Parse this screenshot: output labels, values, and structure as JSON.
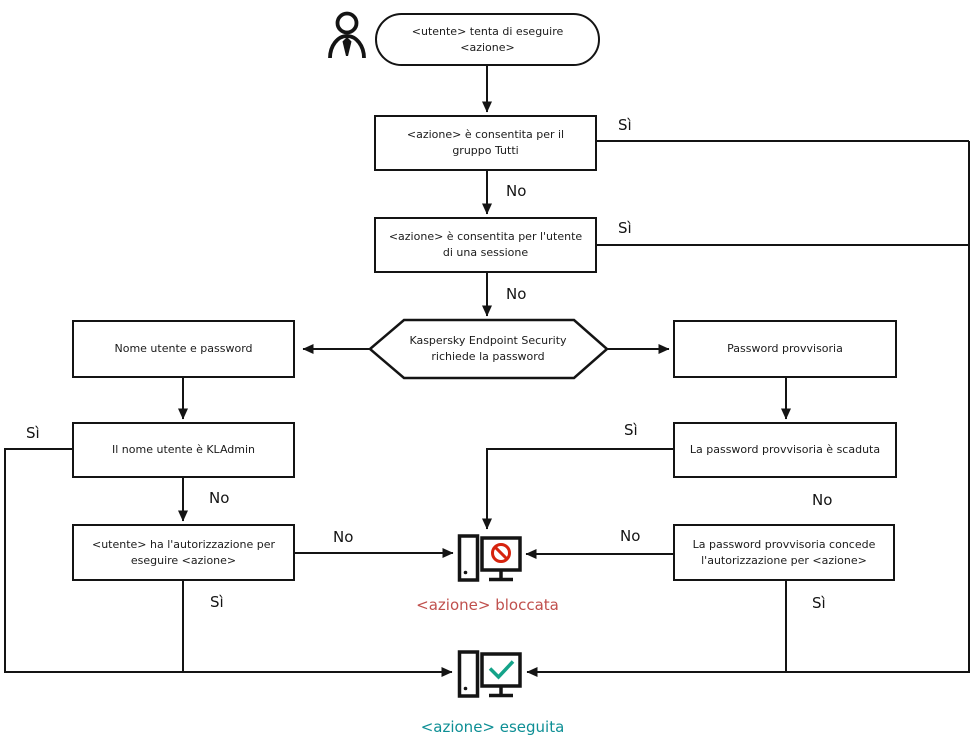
{
  "diagram": {
    "type": "flowchart",
    "language": "it",
    "colors": {
      "line": "#141414",
      "blocked_label": "#c0504d",
      "executed_label": "#0e8f95",
      "prohibition_sign": "#d6230e",
      "checkmark": "#14a389"
    },
    "nodes": {
      "start": {
        "text": "<utente> tenta di eseguire <azione>"
      },
      "group_allowed": {
        "text": "<azione> è consentita per il gruppo Tutti"
      },
      "session_allowed": {
        "text": "<azione> è consentita per l'utente di una sessione"
      },
      "request_password": {
        "text": "Kaspersky Endpoint Security richiede la password"
      },
      "username_password": {
        "text": "Nome utente e password"
      },
      "kladmin": {
        "text": "Il nome utente è KLAdmin"
      },
      "user_authorized": {
        "text": "<utente> ha l'autorizzazione per eseguire <azione>"
      },
      "temp_password": {
        "text": "Password provvisoria"
      },
      "temp_expired": {
        "text": "La password provvisoria è scaduta"
      },
      "temp_grants": {
        "text": "La password provvisoria concede l'autorizzazione per <azione>"
      },
      "blocked_label": "<azione> bloccata",
      "executed_label": "<azione> eseguita"
    },
    "edges": {
      "group_yes": "Sì",
      "group_no": "No",
      "session_yes": "Sì",
      "session_no": "No",
      "kladmin_yes": "Sì",
      "kladmin_no": "No",
      "user_auth_no": "No",
      "user_auth_yes": "Sì",
      "temp_expired_yes": "Sì",
      "temp_expired_no": "No",
      "temp_grants_no": "No",
      "temp_grants_yes": "Sì"
    },
    "icons": [
      "user-icon",
      "blocked-computer-icon",
      "prohibition-icon",
      "executed-computer-icon",
      "checkmark-icon"
    ]
  }
}
